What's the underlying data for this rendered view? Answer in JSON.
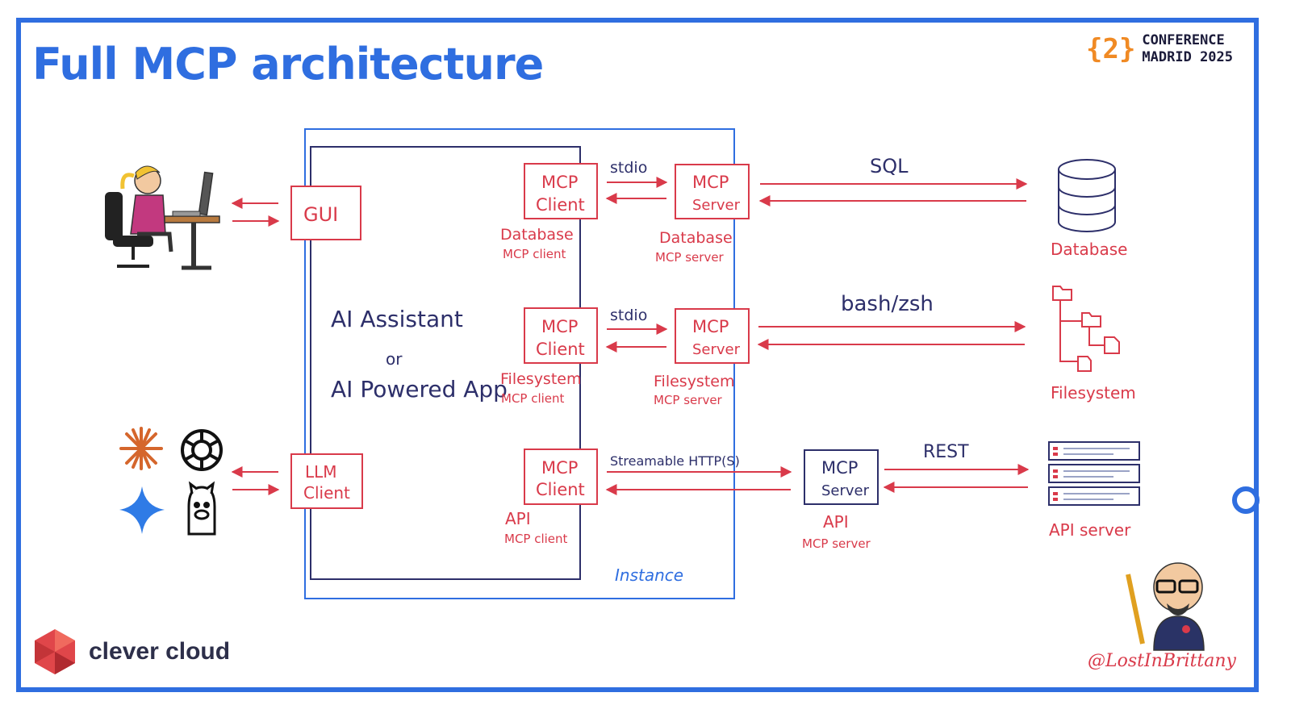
{
  "title": "Full MCP architecture",
  "conference": {
    "line1": "CONFERENCE",
    "line2": "MADRID 2025"
  },
  "gui_label": "GUI",
  "llm_client_label": [
    "LLM",
    "Client"
  ],
  "assistant": {
    "line1": "AI Assistant",
    "line2": "or",
    "line3": "AI Powered App"
  },
  "instance_label": "Instance",
  "rows": [
    {
      "client_box": [
        "MCP",
        "Client"
      ],
      "client_caption": [
        "Database",
        "MCP client"
      ],
      "transport": "stdio",
      "server_box": [
        "MCP",
        "Server"
      ],
      "server_caption": [
        "Database",
        "MCP server"
      ],
      "protocol": "SQL",
      "target": "Database"
    },
    {
      "client_box": [
        "MCP",
        "Client"
      ],
      "client_caption": [
        "Filesystem",
        "MCP client"
      ],
      "transport": "stdio",
      "server_box": [
        "MCP",
        "Server"
      ],
      "server_caption": [
        "Filesystem",
        "MCP server"
      ],
      "protocol": "bash/zsh",
      "target": "Filesystem"
    },
    {
      "client_box": [
        "MCP",
        "Client"
      ],
      "client_caption": [
        "API",
        "MCP client"
      ],
      "transport": "Streamable HTTP(S)",
      "server_box": [
        "MCP",
        "Server"
      ],
      "server_caption": [
        "API",
        "MCP server"
      ],
      "protocol": "REST",
      "target": "API server"
    }
  ],
  "brand": "clever cloud",
  "handle": "@LostInBrittany",
  "colors": {
    "accent": "#2f6ee0",
    "red": "#d93a4a",
    "navy": "#2d2f6a",
    "orange": "#f08a24"
  },
  "icons": [
    "person-at-computer-icon",
    "database-cylinder-icon",
    "folder-tree-icon",
    "server-stack-icon",
    "anthropic-star-icon",
    "openai-icon",
    "gemini-star-icon",
    "llama-icon",
    "clever-cloud-logo-icon",
    "avatar-icon"
  ]
}
